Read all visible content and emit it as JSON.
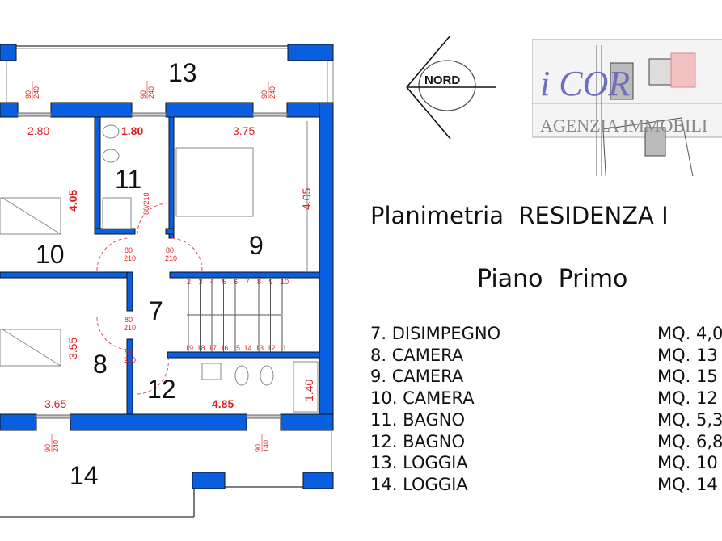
{
  "plan": {
    "rooms": {
      "r7": "7",
      "r8": "8",
      "r9": "9",
      "r10": "10",
      "r11": "11",
      "r12": "12",
      "r13": "13",
      "r14": "14"
    },
    "dimensions": {
      "d280": "2.80",
      "d180": "1.80",
      "d375": "3.75",
      "d405a": "4.05",
      "d405b": "4.05",
      "d355": "3.55",
      "d365": "3.65",
      "d485": "4.85",
      "d140": "1.40"
    },
    "window_labels": {
      "w_w": "90",
      "w_h": "240",
      "w2_h": "140"
    },
    "door_labels": {
      "w": "80",
      "h": "210"
    },
    "stair_numbers_top": [
      "2",
      "3",
      "4",
      "5",
      "6",
      "7",
      "8",
      "9",
      "10"
    ],
    "stair_numbers_bottom": [
      "19",
      "18",
      "17",
      "16",
      "15",
      "14",
      "13",
      "12",
      "11"
    ],
    "wall_color": "#0a5ee0",
    "dimension_color": "#e02020"
  },
  "compass": {
    "label": "NORD"
  },
  "logo": {
    "brand": "i COR",
    "tagline": "AGENZIA IMMOBILI"
  },
  "title": "Planimetria  RESIDENZA I",
  "subtitle": "Piano  Primo",
  "legend": [
    {
      "label": "7. DISIMPEGNO",
      "area": "MQ. 4,0"
    },
    {
      "label": "8. CAMERA",
      "area": "MQ. 13"
    },
    {
      "label": "9. CAMERA",
      "area": "MQ. 15"
    },
    {
      "label": "10. CAMERA",
      "area": "MQ. 12"
    },
    {
      "label": "11. BAGNO",
      "area": "MQ. 5,3"
    },
    {
      "label": "12. BAGNO",
      "area": "MQ. 6,8"
    },
    {
      "label": "13. LOGGIA",
      "area": "MQ. 10"
    },
    {
      "label": "14. LOGGIA",
      "area": "MQ. 14"
    }
  ]
}
